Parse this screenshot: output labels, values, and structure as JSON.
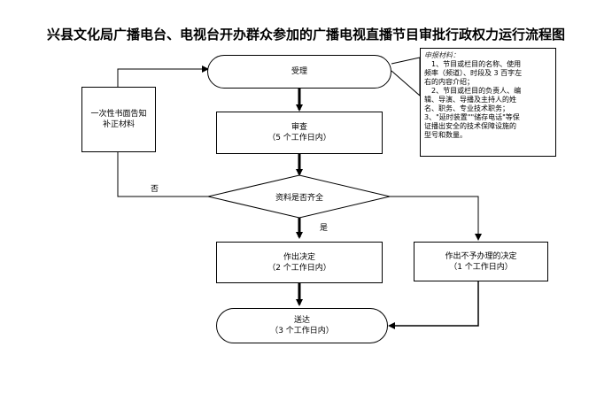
{
  "title": "兴县文化局广播电台、电视台开办群众参加的广播电视直播节目审批行政权力运行流程图",
  "nodes": {
    "accept": {
      "label": "受理"
    },
    "review": {
      "label": "审查",
      "sub": "（5 个工作日内）"
    },
    "decision": {
      "label": "资料是否齐全"
    },
    "approve": {
      "label": "作出决定",
      "sub": "（2 个工作日内）"
    },
    "reject": {
      "label": "作出不予办理的决定",
      "sub": "（1 个工作日内）"
    },
    "deliver": {
      "label": "送达",
      "sub": "（3 个工作日内）"
    },
    "notify": {
      "line1": "一次性书面告知",
      "line2": "补正材料"
    }
  },
  "edges": {
    "no_label": "否",
    "yes_label": "是"
  },
  "note": {
    "heading": "申报材料：",
    "lines": [
      "1、节目或栏目的名称、使用",
      "频率（频道）、时段及 3 百字左",
      "右的内容介绍；",
      "2、节目或栏目的负责人、编",
      "辑、导演、导播及主持人的姓",
      "名、职务、专业技术职务；",
      "3、\"延时装置\"\"储存电话\"等保",
      "证播出安全的技术保障设施的",
      "型号和数量。"
    ]
  }
}
